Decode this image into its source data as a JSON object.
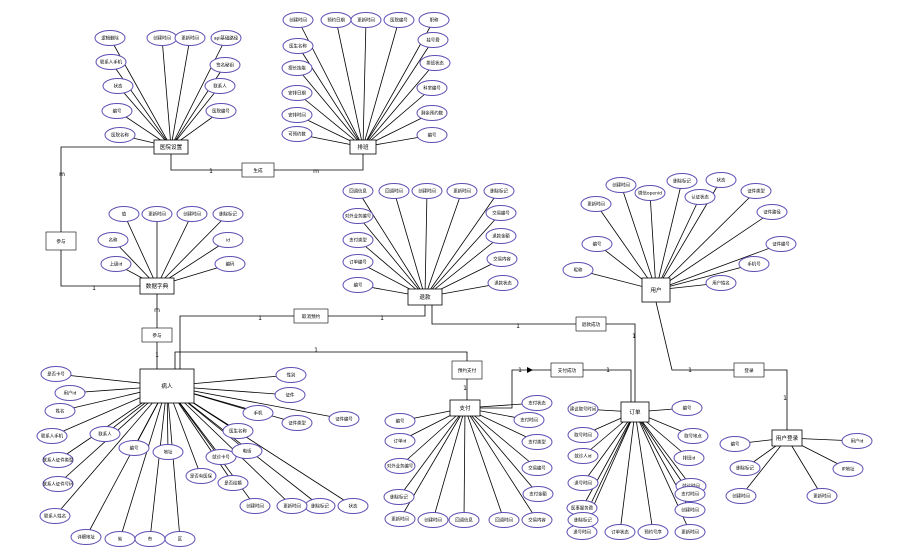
{
  "entities": [
    {
      "id": "hospital",
      "label": "医院设置"
    },
    {
      "id": "schedule",
      "label": "排班"
    },
    {
      "id": "dict",
      "label": "数据字典"
    },
    {
      "id": "refund",
      "label": "退款"
    },
    {
      "id": "user",
      "label": "用户"
    },
    {
      "id": "patient",
      "label": "病人"
    },
    {
      "id": "payment",
      "label": "支付"
    },
    {
      "id": "order",
      "label": "订单"
    },
    {
      "id": "userlogin",
      "label": "用户登录"
    }
  ],
  "relationships": [
    {
      "id": "generate",
      "label": "生成"
    },
    {
      "id": "participate1",
      "label": "参与"
    },
    {
      "id": "participate2",
      "label": "参与"
    },
    {
      "id": "cancel",
      "label": "取消预约"
    },
    {
      "id": "refundok",
      "label": "退款成功"
    },
    {
      "id": "appointpay",
      "label": "预约支付"
    },
    {
      "id": "payok",
      "label": "支付成功"
    },
    {
      "id": "login",
      "label": "登录"
    }
  ],
  "attributes": {
    "hospital": [
      "逻辑删除",
      "创建时间",
      "更新时间",
      "api基础路径",
      "联系人手机",
      "签名秘钥",
      "状态",
      "联系人",
      "编号",
      "医院编号",
      "医院名称"
    ],
    "schedule": [
      "创建时间",
      "预约日期",
      "更新时间",
      "医院编号",
      "职称",
      "医生名称",
      "挂号费",
      "擅长技能",
      "排班状态",
      "安排日期",
      "科室编号",
      "安排时间",
      "剩余预约数",
      "可预约数",
      "编号"
    ],
    "dict": [
      "值",
      "更新时间",
      "创建时间",
      "删除标记",
      "名称",
      "id",
      "上级id",
      "编码"
    ],
    "refund": [
      "回调信息",
      "回调时间",
      "创建时间",
      "更新时间",
      "删除标记",
      "对外业务编号",
      "交易编号",
      "支付类型",
      "退款金额",
      "订单编号",
      "交易内容",
      "编号",
      "退款状态"
    ],
    "user": [
      "创建时间",
      "微信openid",
      "删除标记",
      "状态",
      "更新时间",
      "认证状态",
      "证件类型",
      "证件路径",
      "编号",
      "证件编号",
      "昵称",
      "手机号",
      "用户姓名"
    ],
    "patient": [
      "是否卡号",
      "用户id",
      "姓名",
      "联系人手机",
      "联系人",
      "联系人证件类型",
      "联系人证件号码",
      "联系人姓名",
      "编号",
      "详细地址",
      "省",
      "市",
      "区",
      "地址",
      "是否有医保",
      "就诊卡号",
      "医生名称",
      "性别",
      "证件",
      "手机",
      "证件类型",
      "证件编号",
      "状态",
      "删除标记",
      "创建时间",
      "更新时间",
      "电话",
      "是否结婚"
    ],
    "payment": [
      "编号",
      "订单id",
      "对外业务编号",
      "删除标记",
      "更新时间",
      "创建时间",
      "回调信息",
      "回调时间",
      "支付状态",
      "支付类型",
      "交易编号",
      "支付金额",
      "交易内容",
      "支付时间"
    ],
    "order": [
      "建议取号时间",
      "编号",
      "取号时间",
      "取号地点",
      "就诊人id",
      "排班id",
      "退号时间",
      "就诊时间",
      "医事服务费",
      "支付时间",
      "退号时间",
      "订单状态",
      "预约号序",
      "更新时间",
      "删除标记",
      "创建时间"
    ],
    "userlogin": [
      "编号",
      "用户id",
      "删除标记",
      "IP地址",
      "创建时间",
      "更新时间"
    ]
  },
  "cardinalities": {
    "gen_hospital": "1",
    "gen_schedule": "m",
    "p1_hospital": "m",
    "p1_dict": "1",
    "p2_dict": "m",
    "p2_patient": "1",
    "cancel_patient": "1",
    "cancel_refund": "1",
    "refundok_refund": "1",
    "refundok_order": "1",
    "appointpay_patient": "1",
    "appointpay_payment": "1",
    "payok_payment": "1",
    "payok_order": "1",
    "login_user": "1",
    "login_userlogin": "1"
  }
}
